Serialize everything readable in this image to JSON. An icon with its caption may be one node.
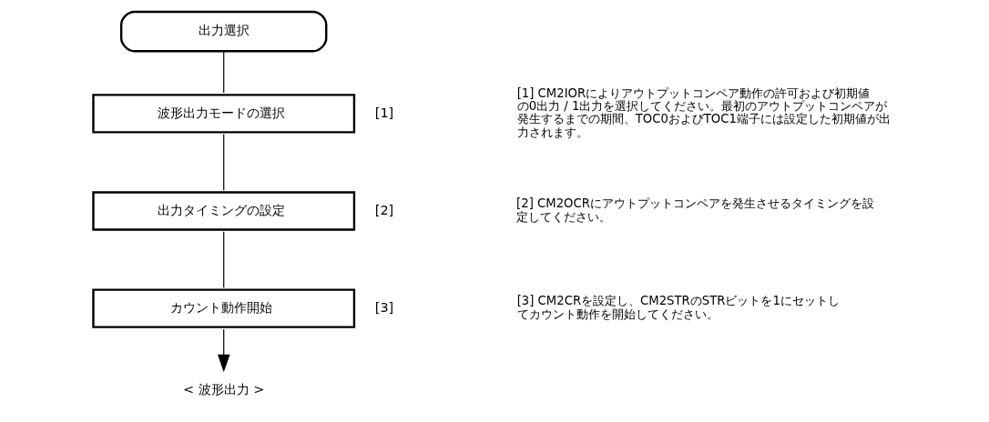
{
  "diagram": {
    "nodes": [
      {
        "text": [
          "出力選択"
        ]
      },
      {
        "text": [
          "波形出力モードの選択"
        ],
        "beside": [
          "[1]"
        ]
      },
      {
        "text": [
          "出力タイミングの設定"
        ],
        "beside": [
          "[2]"
        ]
      },
      {
        "text": [
          "カウント動作開始"
        ],
        "beside": [
          "[3]"
        ]
      },
      {
        "text": [
          "< 波形出力 >"
        ]
      }
    ],
    "edges": [
      {
        "from": 0,
        "to": 1,
        "arrow": "none"
      },
      {
        "from": 1,
        "to": 2,
        "arrow": "none"
      },
      {
        "from": 2,
        "to": 3,
        "arrow": "none"
      },
      {
        "from": 3,
        "to": 4,
        "arrow": "to"
      }
    ],
    "labels": [
      "[1] CM2IORによりアウトプットコンペア動作の許可および初期値の0出力 / 1出力を選択してください。最初のアウトプットコンペアが発生するまでの期間、TOC0およびTOC1端子には設定した初期値が出力されます。",
      "[2] CM2OCRにアウトプットコンペアを発生させるタイミングを設定してください。",
      "[3] CM2CRを設定し、CM2STRのSTRビットを1にセットしてカウント動作を開始してください。"
    ]
  }
}
